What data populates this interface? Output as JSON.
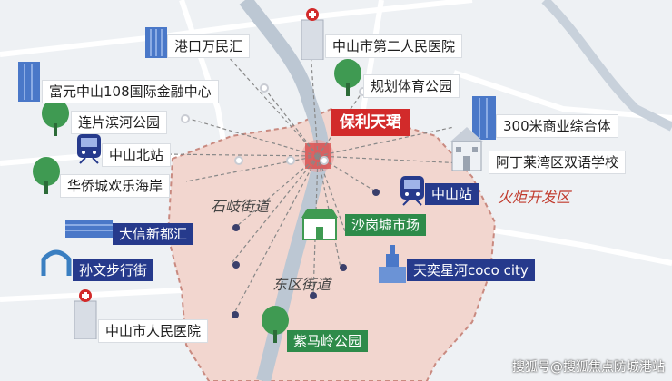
{
  "pois": {
    "gangkou": "港口万民汇",
    "hospital2": "中山市第二人民医院",
    "fuyuan": "富元中山108国际金融中心",
    "sports_park": "规划体育公园",
    "lianpian": "连片滨河公园",
    "baoli": "保利天珺",
    "shangye": "300米商业综合体",
    "north_station": "中山北站",
    "adingley": "阿丁莱湾区双语学校",
    "huaqiao": "华侨城欢乐海岸",
    "zhongshan_station": "中山站",
    "daxin": "大信新都汇",
    "shagang": "沙岗墟市场",
    "sunwen": "孙文步行街",
    "tianyi": "天奕星河coco city",
    "hospital": "中山市人民医院",
    "zimaling": "紫马岭公园"
  },
  "districts": {
    "shiqi": "石岐街道",
    "huoju": "火炬开发区",
    "dongqu": "东区街道"
  },
  "watermark": "搜狐号@搜狐焦点防城港站",
  "colors": {
    "navy": "#263a8c",
    "green": "#2e8b4a",
    "red": "#d22a2a",
    "region": "#f2d6cf"
  }
}
